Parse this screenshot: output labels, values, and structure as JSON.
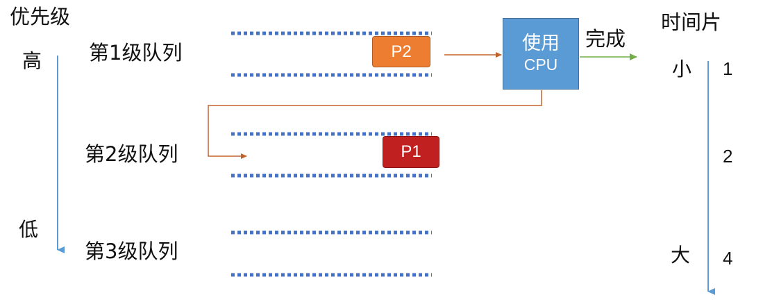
{
  "priority": {
    "title": "优先级",
    "high": "高",
    "low": "低"
  },
  "timeslice": {
    "title": "时间片",
    "small": "小",
    "large": "大"
  },
  "queues": [
    {
      "label": "第1级队列",
      "timeslice": "1"
    },
    {
      "label": "第2级队列",
      "timeslice": "2"
    },
    {
      "label": "第3级队列",
      "timeslice": "4"
    }
  ],
  "processes": [
    {
      "name": "P2",
      "queue": 1,
      "color": "#ed7d31",
      "border": "#ae5a21"
    },
    {
      "name": "P1",
      "queue": 2,
      "color": "#c0201f",
      "border": "#8b1515"
    }
  ],
  "cpu": {
    "line1": "使用",
    "line2": "CPU",
    "color": "#5b9bd5"
  },
  "done_label": "完成",
  "colors": {
    "queue_dots": "#4472c4",
    "arrow_orange": "#c0622b",
    "arrow_green": "#70ad47",
    "axis_blue": "#5b9bd5"
  }
}
